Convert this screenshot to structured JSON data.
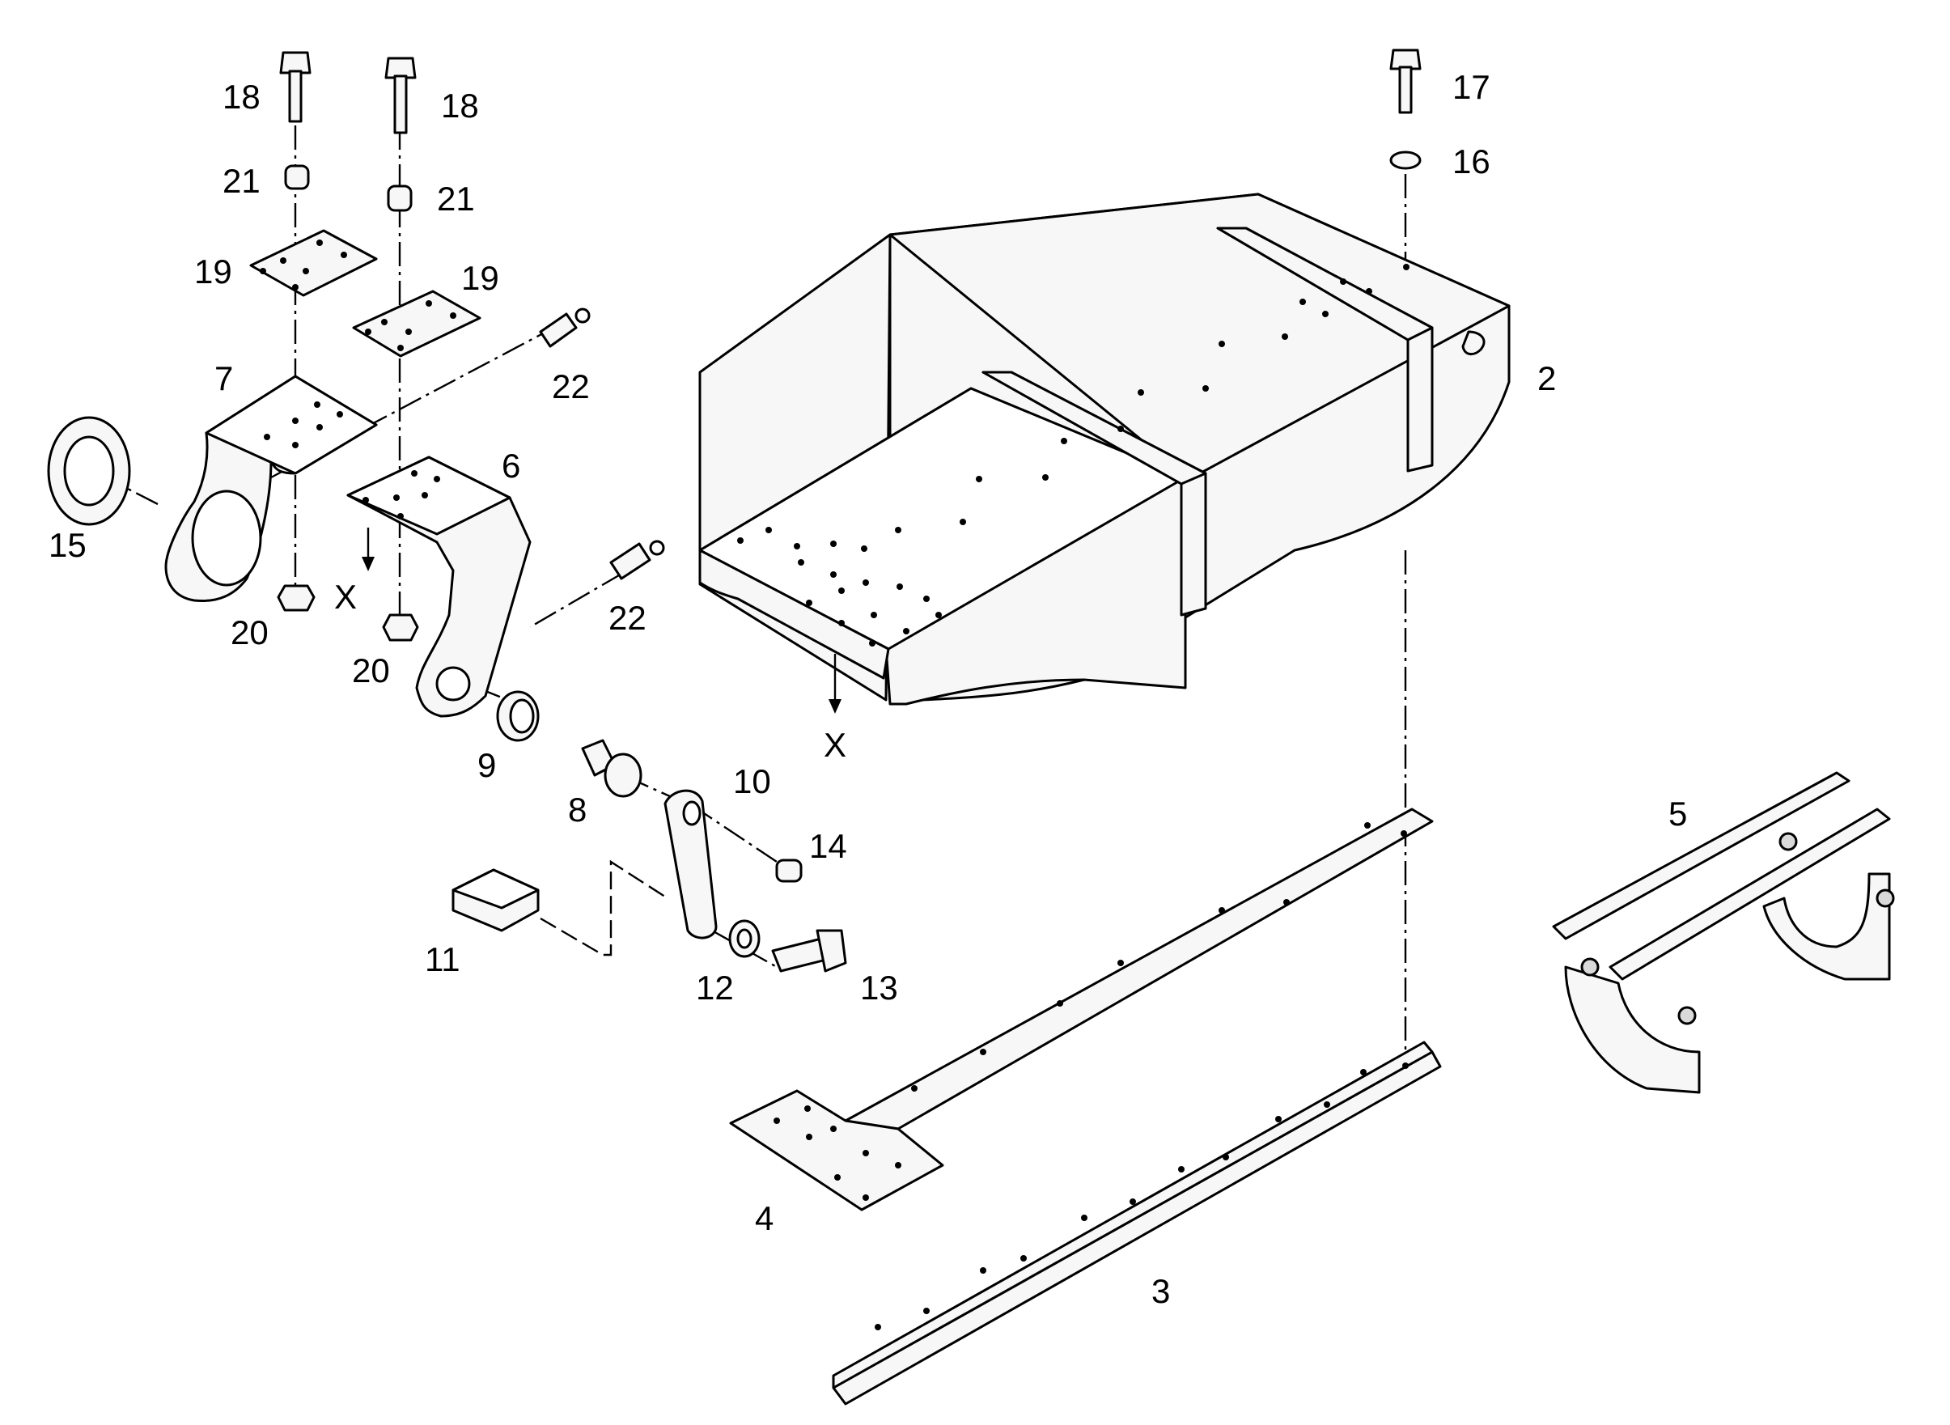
{
  "labels": {
    "p2": "2",
    "p3": "3",
    "p4": "4",
    "p5": "5",
    "p6": "6",
    "p7": "7",
    "p8": "8",
    "p9": "9",
    "p10": "10",
    "p11": "11",
    "p12": "12",
    "p13": "13",
    "p14": "14",
    "p15": "15",
    "p16": "16",
    "p17": "17",
    "p18a": "18",
    "p18b": "18",
    "p19a": "19",
    "p19b": "19",
    "p20a": "20",
    "p20b": "20",
    "p21a": "21",
    "p21b": "21",
    "p22a": "22",
    "p22b": "22",
    "xa": "X",
    "xb": "X"
  }
}
